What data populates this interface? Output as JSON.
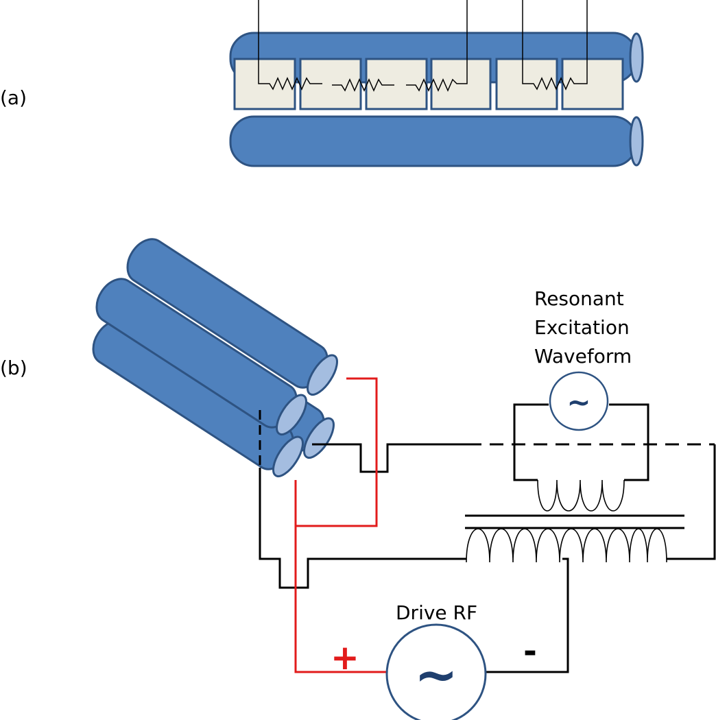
{
  "panels": {
    "a": "(a)",
    "b": "(b)"
  },
  "labels": {
    "resonant_line1": "Resonant",
    "resonant_line2": "Excitation",
    "resonant_line3": "Waveform",
    "drive": "Drive RF",
    "plus": "+",
    "minus": "-",
    "tilde": "~"
  },
  "colors": {
    "rod_fill": "#4f81bd",
    "rod_stroke": "#2e5382",
    "rod_end": "#a4bde0",
    "electrode_fill": "#eeece1",
    "wire_black": "#000000",
    "wire_red": "#e21b1b",
    "source_stroke": "#2e5382"
  }
}
